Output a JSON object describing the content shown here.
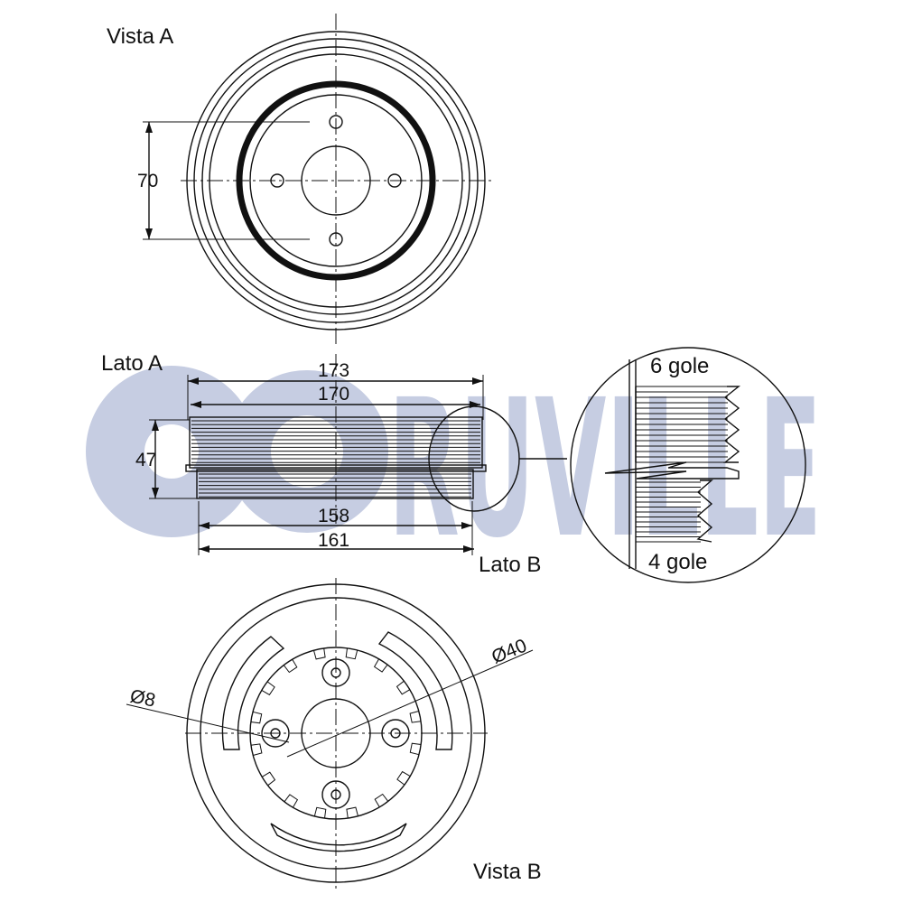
{
  "views": {
    "front": {
      "label": "Vista A",
      "dimension_70": "70"
    },
    "side": {
      "label_a": "Lato A",
      "label_b": "Lato B",
      "dim_173": "173",
      "dim_170": "170",
      "dim_47": "47",
      "dim_158": "158",
      "dim_161": "161"
    },
    "detail": {
      "top_label": "6 gole",
      "bottom_label": "4 gole"
    },
    "rear": {
      "label": "Vista B",
      "dim_d40": "Ø40",
      "dim_d8": "Ø8"
    }
  },
  "watermark": {
    "text": "RUVILLE",
    "color": "#c6cde2"
  }
}
